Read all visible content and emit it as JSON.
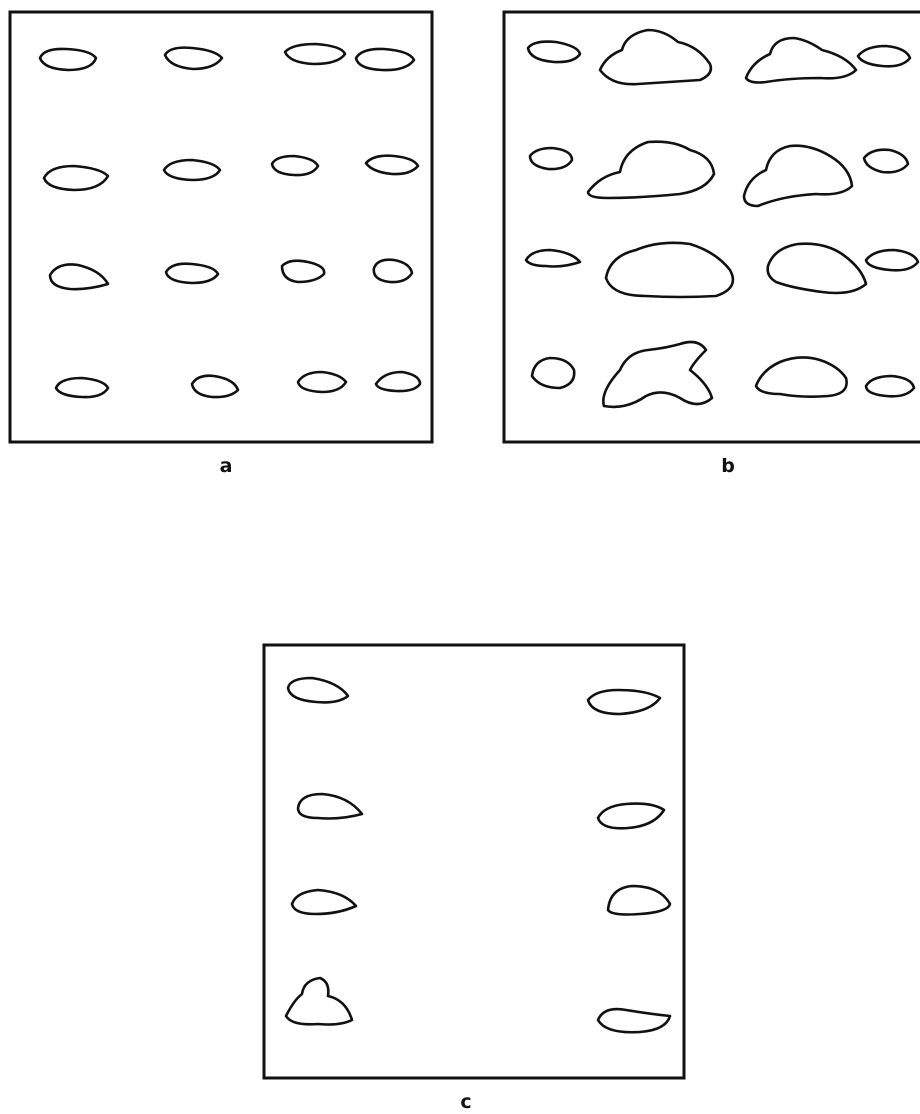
{
  "panels": [
    {
      "id": "a",
      "label": "a",
      "rows": [
        [
          {
            "shape": "smooth"
          },
          {
            "shape": "smooth"
          },
          {
            "shape": "smooth"
          },
          {
            "shape": "smooth"
          }
        ],
        [
          {
            "shape": "smooth"
          },
          {
            "shape": "smooth"
          },
          {
            "shape": "smooth"
          },
          {
            "shape": "smooth"
          }
        ],
        [
          {
            "shape": "smooth"
          },
          {
            "shape": "smooth"
          },
          {
            "shape": "smooth"
          },
          {
            "shape": "smooth"
          }
        ],
        [
          {
            "shape": "smooth"
          },
          {
            "shape": "smooth"
          },
          {
            "shape": "smooth"
          },
          {
            "shape": "smooth"
          }
        ]
      ]
    },
    {
      "id": "b",
      "label": "b",
      "rows": [
        [
          {
            "shape": "smooth"
          },
          {
            "shape": "lobed"
          },
          {
            "shape": "lobed"
          },
          {
            "shape": "smooth"
          }
        ],
        [
          {
            "shape": "smooth"
          },
          {
            "shape": "lobed"
          },
          {
            "shape": "lobed"
          },
          {
            "shape": "smooth"
          }
        ],
        [
          {
            "shape": "smooth"
          },
          {
            "shape": "mound"
          },
          {
            "shape": "mound"
          },
          {
            "shape": "smooth"
          }
        ],
        [
          {
            "shape": "smooth"
          },
          {
            "shape": "cross"
          },
          {
            "shape": "mound"
          },
          {
            "shape": "smooth"
          }
        ]
      ]
    },
    {
      "id": "c",
      "label": "c",
      "rows": [
        [
          {
            "shape": "smooth"
          },
          {
            "shape": "smooth"
          }
        ],
        [
          {
            "shape": "smooth"
          },
          {
            "shape": "smooth"
          }
        ],
        [
          {
            "shape": "smooth"
          },
          {
            "shape": "smooth"
          }
        ],
        [
          {
            "shape": "lobed"
          },
          {
            "shape": "smooth"
          }
        ]
      ]
    }
  ]
}
